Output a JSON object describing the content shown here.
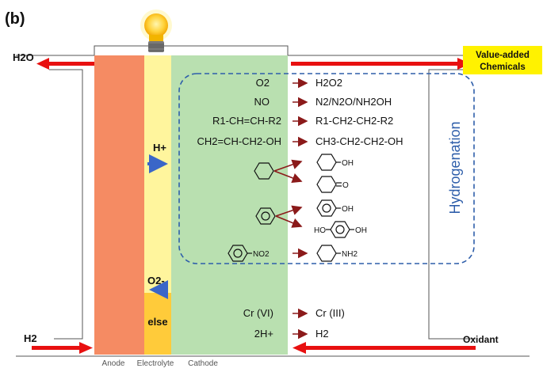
{
  "panel_label": "(b)",
  "left": {
    "water": "H2O",
    "hydrogen": "H2"
  },
  "right": {
    "value_added_line1": "Value-added",
    "value_added_line2": "Chemicals",
    "oxidant": "Oxidant"
  },
  "zones": {
    "anode": "Anode",
    "electrolyte": "Electrolyte",
    "cathode": "Cathode"
  },
  "electrolyte": {
    "proton": "H+",
    "oxide": "O2-",
    "else": "else"
  },
  "hydrogenation_label": "Hydrogenation",
  "reactions": [
    {
      "reactant": "O2",
      "product": "H2O2"
    },
    {
      "reactant": "NO",
      "product": "N2/N2O/NH2OH"
    },
    {
      "reactant": "R1-CH=CH-R2",
      "product": "R1-CH2-CH2-R2"
    },
    {
      "reactant": "CH2=CH-CH2-OH",
      "product": "CH3-CH2-CH2-OH"
    }
  ],
  "ring_groups": {
    "oh": "OH",
    "no2": "NO2",
    "nh2": "NH2",
    "ho": "HO"
  },
  "other_reactions": [
    {
      "reactant": "Cr (VI)",
      "product": "Cr (III)"
    },
    {
      "reactant": "2H+",
      "product": "H2"
    }
  ],
  "colors": {
    "anode": "#F58B63",
    "electrolyte": "#FFF59D",
    "else_band": "#FFCB3A",
    "cathode": "#B9E0B0",
    "arrow_red": "#E81010",
    "arrow_dark": "#8B1A1A",
    "dash_blue": "#2E5EAA",
    "label_bg": "#FFF200"
  }
}
